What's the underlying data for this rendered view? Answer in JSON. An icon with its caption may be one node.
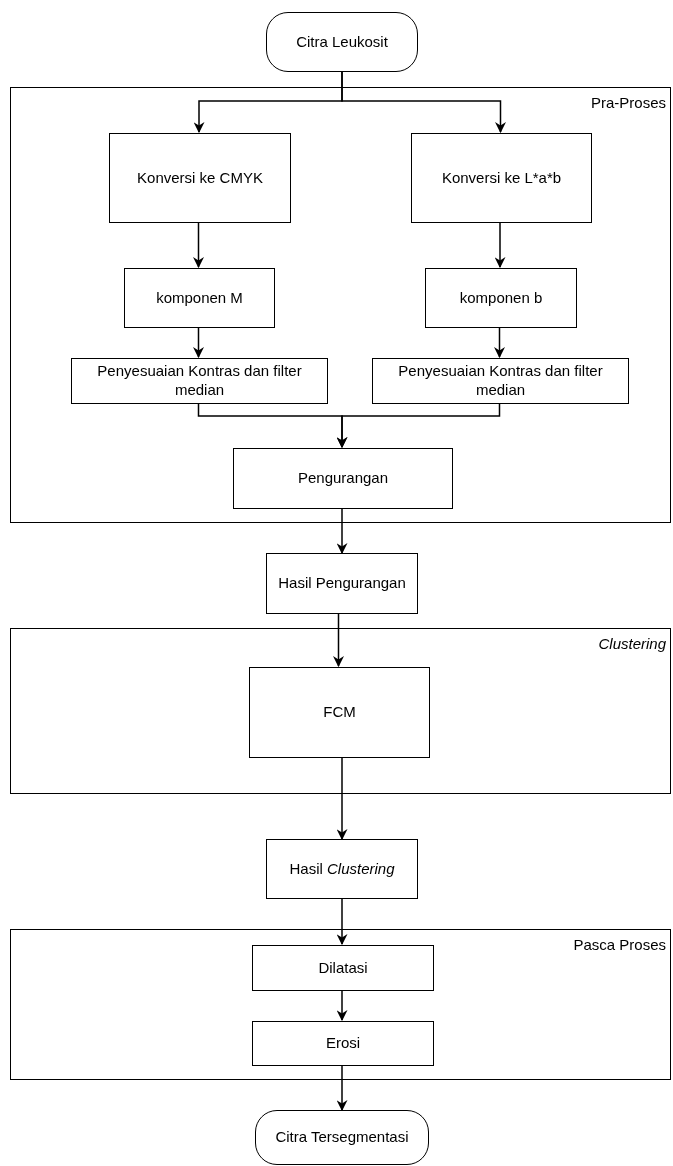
{
  "diagram": {
    "nodes": [
      {
        "text": [
          "Citra Leukosit"
        ]
      },
      {
        "text": [
          "Pra-Proses"
        ]
      },
      {
        "text": [
          "Konversi ke CMYK"
        ],
        "in": 1
      },
      {
        "text": [
          "Konversi ke L*a*b"
        ],
        "in": 1
      },
      {
        "text": [
          "komponen M"
        ],
        "in": 1
      },
      {
        "text": [
          "komponen b"
        ],
        "in": 1
      },
      {
        "text": [
          "Penyesuaian Kontras dan filter median"
        ],
        "in": 1
      },
      {
        "text": [
          "Penyesuaian Kontras dan filter median"
        ],
        "in": 1
      },
      {
        "text": [
          "Pengurangan"
        ],
        "in": 1
      },
      {
        "text": [
          "Hasil Pengurangan"
        ]
      },
      {
        "text": [
          "Clustering"
        ]
      },
      {
        "text": [
          "FCM"
        ],
        "in": 10
      },
      {
        "text": [
          "Hasil *Clustering*"
        ]
      },
      {
        "text": [
          "Pasca Proses"
        ]
      },
      {
        "text": [
          "Dilatasi"
        ],
        "in": 13
      },
      {
        "text": [
          "Erosi"
        ],
        "in": 13
      },
      {
        "text": [
          "Citra Tersegmentasi"
        ]
      }
    ],
    "edges": [
      {
        "from": 0,
        "to": 2,
        "arrow": "to"
      },
      {
        "from": 0,
        "to": 3,
        "arrow": "to"
      },
      {
        "from": 2,
        "to": 4,
        "arrow": "to"
      },
      {
        "from": 3,
        "to": 5,
        "arrow": "to"
      },
      {
        "from": 4,
        "to": 6,
        "arrow": "to"
      },
      {
        "from": 5,
        "to": 7,
        "arrow": "to"
      },
      {
        "from": 6,
        "to": 8,
        "arrow": "to"
      },
      {
        "from": 7,
        "to": 8,
        "arrow": "to"
      },
      {
        "from": 8,
        "to": 9,
        "arrow": "to"
      },
      {
        "from": 9,
        "to": 11,
        "arrow": "to"
      },
      {
        "from": 11,
        "to": 12,
        "arrow": "to"
      },
      {
        "from": 12,
        "to": 14,
        "arrow": "to"
      },
      {
        "from": 14,
        "to": 15,
        "arrow": "to"
      },
      {
        "from": 15,
        "to": 16,
        "arrow": "to"
      }
    ]
  }
}
